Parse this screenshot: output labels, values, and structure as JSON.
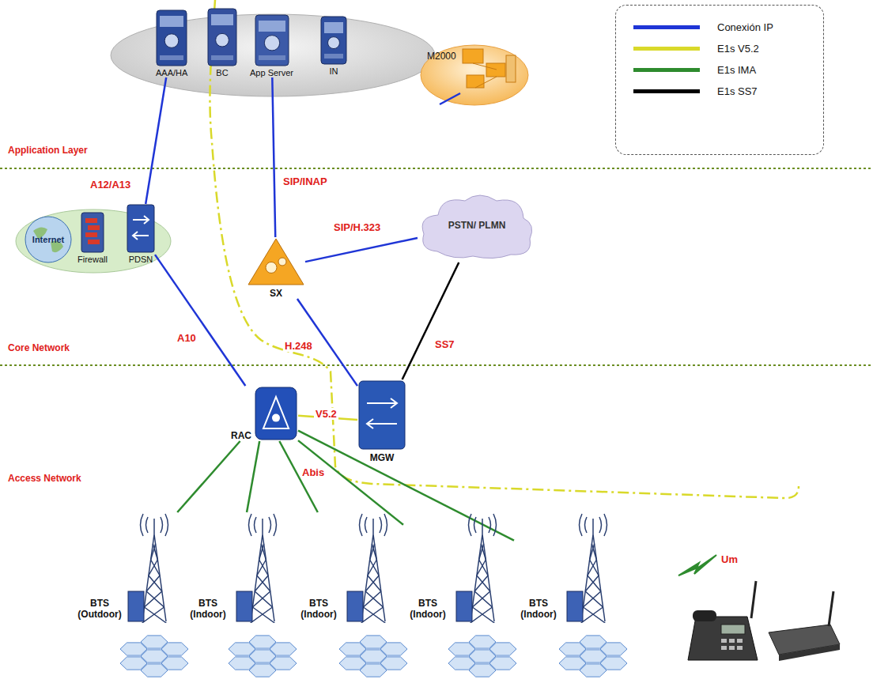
{
  "diagram": {
    "nodes": [
      {
        "text": [
          "AAA/HA"
        ]
      },
      {
        "text": [
          "BC"
        ]
      },
      {
        "text": [
          "App Server"
        ]
      },
      {
        "text": [
          "IN"
        ]
      },
      {
        "text": [
          "M2000"
        ]
      },
      {
        "text": [
          "Internet"
        ]
      },
      {
        "text": [
          "Firewall"
        ]
      },
      {
        "text": [
          "PDSN"
        ]
      },
      {
        "text": [
          "SX"
        ]
      },
      {
        "text": [
          "PSTN/ PLMN"
        ]
      },
      {
        "text": [
          "RAC"
        ]
      },
      {
        "text": [
          "MGW"
        ]
      },
      {
        "text": [
          "BTS (Outdoor)"
        ]
      },
      {
        "text": [
          "BTS (Indoor)"
        ]
      },
      {
        "text": [
          "BTS (Indoor)"
        ]
      },
      {
        "text": [
          "BTS (Indoor)"
        ]
      },
      {
        "text": [
          "BTS (Indoor)"
        ]
      }
    ],
    "edges": [
      {
        "from": 0,
        "to": 7,
        "label": "A12/A13",
        "arrow": "none"
      },
      {
        "from": 2,
        "to": 8,
        "label": "SIP/INAP",
        "arrow": "none"
      },
      {
        "from": 8,
        "to": 9,
        "label": "SIP/H.323",
        "arrow": "none"
      },
      {
        "from": 7,
        "to": 10,
        "label": "A10",
        "arrow": "none"
      },
      {
        "from": 8,
        "to": 11,
        "label": "H.248",
        "arrow": "none"
      },
      {
        "from": 11,
        "to": 9,
        "label": "SS7",
        "arrow": "none"
      },
      {
        "from": 10,
        "to": 11,
        "label": "V5.2",
        "arrow": "none"
      },
      {
        "from": 10,
        "to": 12,
        "arrow": "none"
      },
      {
        "from": 10,
        "to": 13,
        "arrow": "none"
      },
      {
        "from": 10,
        "to": 14,
        "label": "Abis",
        "arrow": "none"
      },
      {
        "from": 10,
        "to": 15,
        "arrow": "none"
      },
      {
        "from": 10,
        "to": 16,
        "arrow": "none"
      }
    ],
    "labels": [
      "Application Layer",
      "Core Network",
      "Access Network",
      "Um"
    ],
    "legend": [
      {
        "text": "Conexión IP",
        "color": "#1f35d6"
      },
      {
        "text": "E1s V5.2",
        "color": "#d9d92a"
      },
      {
        "text": "E1s IMA",
        "color": "#2e8b2e"
      },
      {
        "text": "E1s SS7",
        "color": "#000000"
      }
    ]
  }
}
